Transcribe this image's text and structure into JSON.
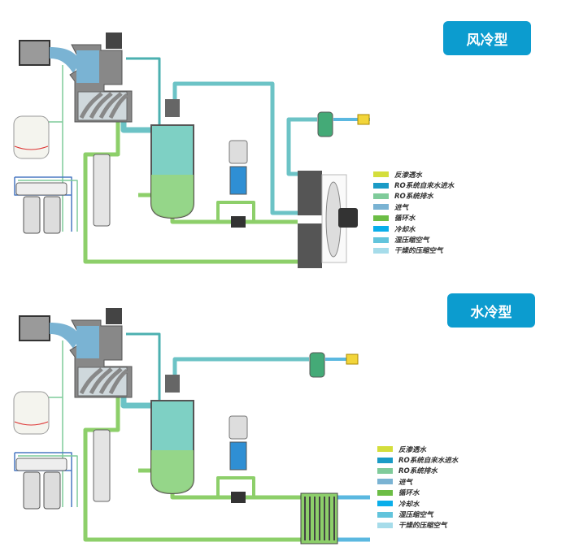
{
  "panels": [
    {
      "id": "air-cooled",
      "title": "风冷型",
      "cooler_type": "fan-radiator"
    },
    {
      "id": "water-cooled",
      "title": "水冷型",
      "cooler_type": "shell-tube-heat-exchanger"
    }
  ],
  "legend": [
    {
      "label": "反渗透水",
      "color": "#d4de3c"
    },
    {
      "label": "RO系统自来水进水",
      "color": "#1a9bc6"
    },
    {
      "label": "RO系统排水",
      "color": "#7fcb9a"
    },
    {
      "label": "进气",
      "color": "#7ab3d3"
    },
    {
      "label": "循环水",
      "color": "#6cbd45"
    },
    {
      "label": "冷却水",
      "color": "#0aaeea"
    },
    {
      "label": "湿压缩空气",
      "color": "#62c4dc"
    },
    {
      "label": "干燥的压缩空气",
      "color": "#a6dcea"
    }
  ],
  "colors": {
    "intake_air": "#7ab3d3",
    "circulating_water": "#8dcf6a",
    "wet_air": "#6cc3c6",
    "dry_air": "#5bb8e0",
    "ro_drain": "#7fcb9a",
    "ro_feed": "#4a79c2",
    "badge": "#0c9ccf"
  }
}
